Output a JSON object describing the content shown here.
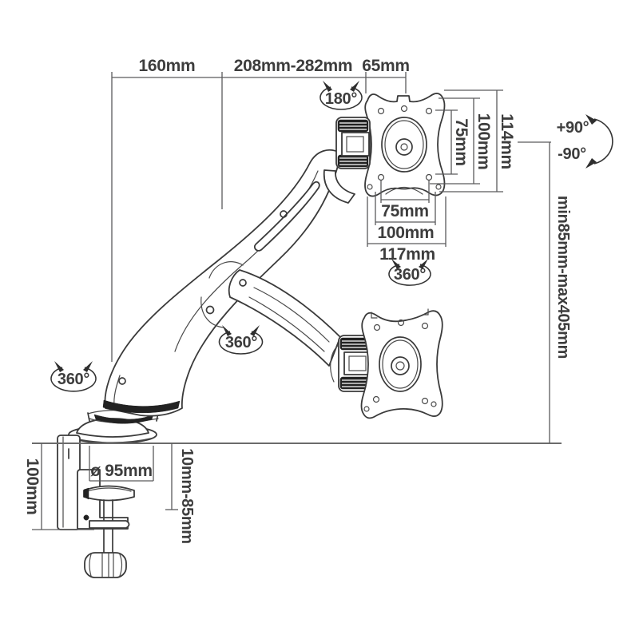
{
  "page": {
    "title": "Gas-spring desk monitor arm — dimension diagram",
    "background": "#ffffff"
  },
  "colors": {
    "drawing_line": "#3a3a3a",
    "dimension_line": "#5a5a5c",
    "text": "#3d3d3d",
    "desk_line": "#6b6b6b",
    "dark_fill": "#222222"
  },
  "dims": {
    "top_left": "160mm",
    "top_middle": "208mm-282mm",
    "top_right": "65mm",
    "vesa_vertical_inner": "75mm",
    "vesa_vertical_outer": "100mm",
    "plate_height": "114mm",
    "vesa_horizontal_inner": "75mm",
    "vesa_horizontal_outer": "100mm",
    "plate_width": "117mm",
    "height_range": "min85mm-max405mm",
    "base_diameter": "ø 95mm",
    "clamp_bracket_height": "100mm",
    "desk_thickness_range": "10mm-85mm"
  },
  "tilt": {
    "up": "+90°",
    "down": "-90°"
  },
  "rotation": {
    "head_swivel": "180°",
    "vesa_rotate": "360°",
    "arm_swivel": "360°",
    "base_swivel": "360°"
  }
}
